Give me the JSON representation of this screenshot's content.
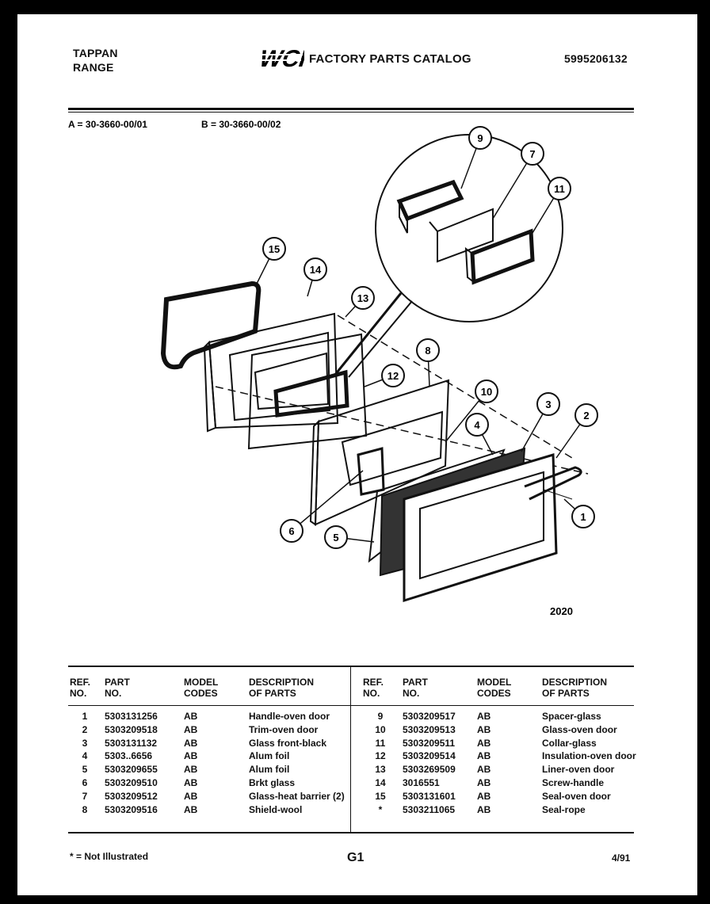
{
  "header": {
    "brand_line1": "TAPPAN",
    "brand_line2": "RANGE",
    "logo_text": "WCI",
    "catalog_title": "FACTORY PARTS CATALOG",
    "catalog_number": "5995206132"
  },
  "models": {
    "a": "A = 30-3660-00/01",
    "b": "B = 30-3660-00/02"
  },
  "diagram": {
    "figure_number": "2020",
    "callouts": [
      "1",
      "2",
      "3",
      "4",
      "5",
      "6",
      "7",
      "8",
      "9",
      "10",
      "11",
      "12",
      "13",
      "14",
      "15"
    ]
  },
  "table": {
    "headers": {
      "ref": "REF. NO.",
      "part": "PART NO.",
      "model": "MODEL CODES",
      "desc": "DESCRIPTION OF PARTS"
    },
    "left_rows": [
      {
        "ref": "1",
        "part": "5303131256",
        "code": "AB",
        "desc": "Handle-oven door"
      },
      {
        "ref": "2",
        "part": "5303209518",
        "code": "AB",
        "desc": "Trim-oven door"
      },
      {
        "ref": "3",
        "part": "5303131132",
        "code": "AB",
        "desc": "Glass front-black"
      },
      {
        "ref": "4",
        "part": "5303..6656",
        "code": "AB",
        "desc": "Alum foil"
      },
      {
        "ref": "5",
        "part": "5303209655",
        "code": "AB",
        "desc": "Alum foil"
      },
      {
        "ref": "6",
        "part": "5303209510",
        "code": "AB",
        "desc": "Brkt glass"
      },
      {
        "ref": "7",
        "part": "5303209512",
        "code": "AB",
        "desc": "Glass-heat barrier (2)"
      },
      {
        "ref": "8",
        "part": "5303209516",
        "code": "AB",
        "desc": "Shield-wool"
      }
    ],
    "right_rows": [
      {
        "ref": "9",
        "part": "5303209517",
        "code": "AB",
        "desc": "Spacer-glass"
      },
      {
        "ref": "10",
        "part": "5303209513",
        "code": "AB",
        "desc": "Glass-oven door"
      },
      {
        "ref": "11",
        "part": "5303209511",
        "code": "AB",
        "desc": "Collar-glass"
      },
      {
        "ref": "12",
        "part": "5303209514",
        "code": "AB",
        "desc": "Insulation-oven door"
      },
      {
        "ref": "13",
        "part": "5303269509",
        "code": "AB",
        "desc": "Liner-oven door"
      },
      {
        "ref": "14",
        "part": "3016551",
        "code": "AB",
        "desc": "Screw-handle"
      },
      {
        "ref": "15",
        "part": "5303131601",
        "code": "AB",
        "desc": "Seal-oven door"
      },
      {
        "ref": "*",
        "part": "5303211065",
        "code": "AB",
        "desc": "Seal-rope"
      }
    ]
  },
  "footer": {
    "note": "* = Not Illustrated",
    "page_id": "G1",
    "date": "4/91"
  }
}
